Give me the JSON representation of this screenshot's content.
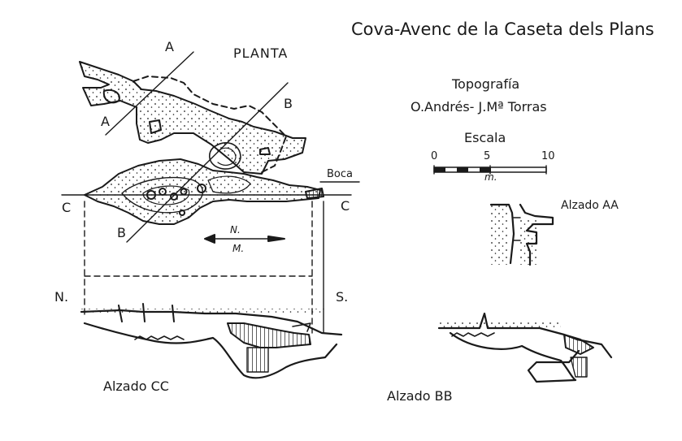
{
  "header": {
    "title": "Cova-Avenc de la Caseta dels Plans",
    "survey": "Topografía",
    "authors": "O.Andrés- J.Mª Torras"
  },
  "scale": {
    "label": "Escala",
    "ticks": [
      "0",
      "5",
      "10"
    ],
    "unit": "m."
  },
  "plan": {
    "label": "PLANTA",
    "section_marks": {
      "a_top": "A",
      "a_bottom": "A",
      "b_top": "B",
      "b_bottom": "B",
      "c_left": "C",
      "c_right": "C"
    },
    "entrance": "Boca",
    "north_true": "N.",
    "north_magnetic": "M."
  },
  "elevations": {
    "cc": {
      "label": "Alzado CC",
      "left_end": "N.",
      "right_end": "S."
    },
    "aa": {
      "label": "Alzado AA"
    },
    "bb": {
      "label": "Alzado BB"
    }
  },
  "colors": {
    "ink": "#1a1a1a",
    "paper": "#ffffff"
  }
}
